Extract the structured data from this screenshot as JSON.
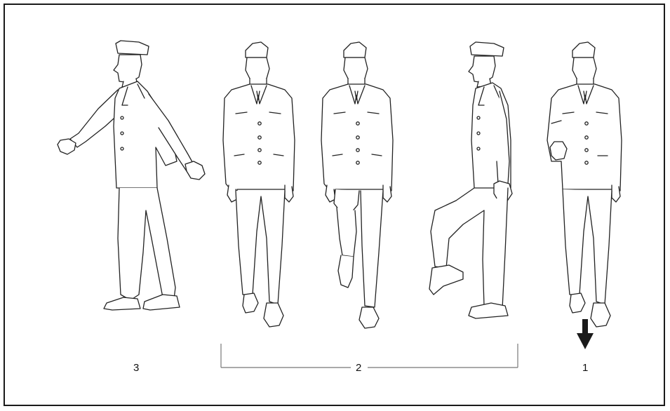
{
  "step_labels": {
    "left": "3",
    "middle": "2",
    "right": "1"
  },
  "figures": [
    {
      "pose": "walking-side"
    },
    {
      "pose": "standing-front"
    },
    {
      "pose": "knee-raised-front"
    },
    {
      "pose": "knee-raised-side"
    },
    {
      "pose": "standing-front-fist-raised"
    }
  ],
  "colors": {
    "line": "#222222",
    "frame": "#1a1a1a",
    "bracket": "#777777",
    "arrow": "#1a1a1a"
  }
}
